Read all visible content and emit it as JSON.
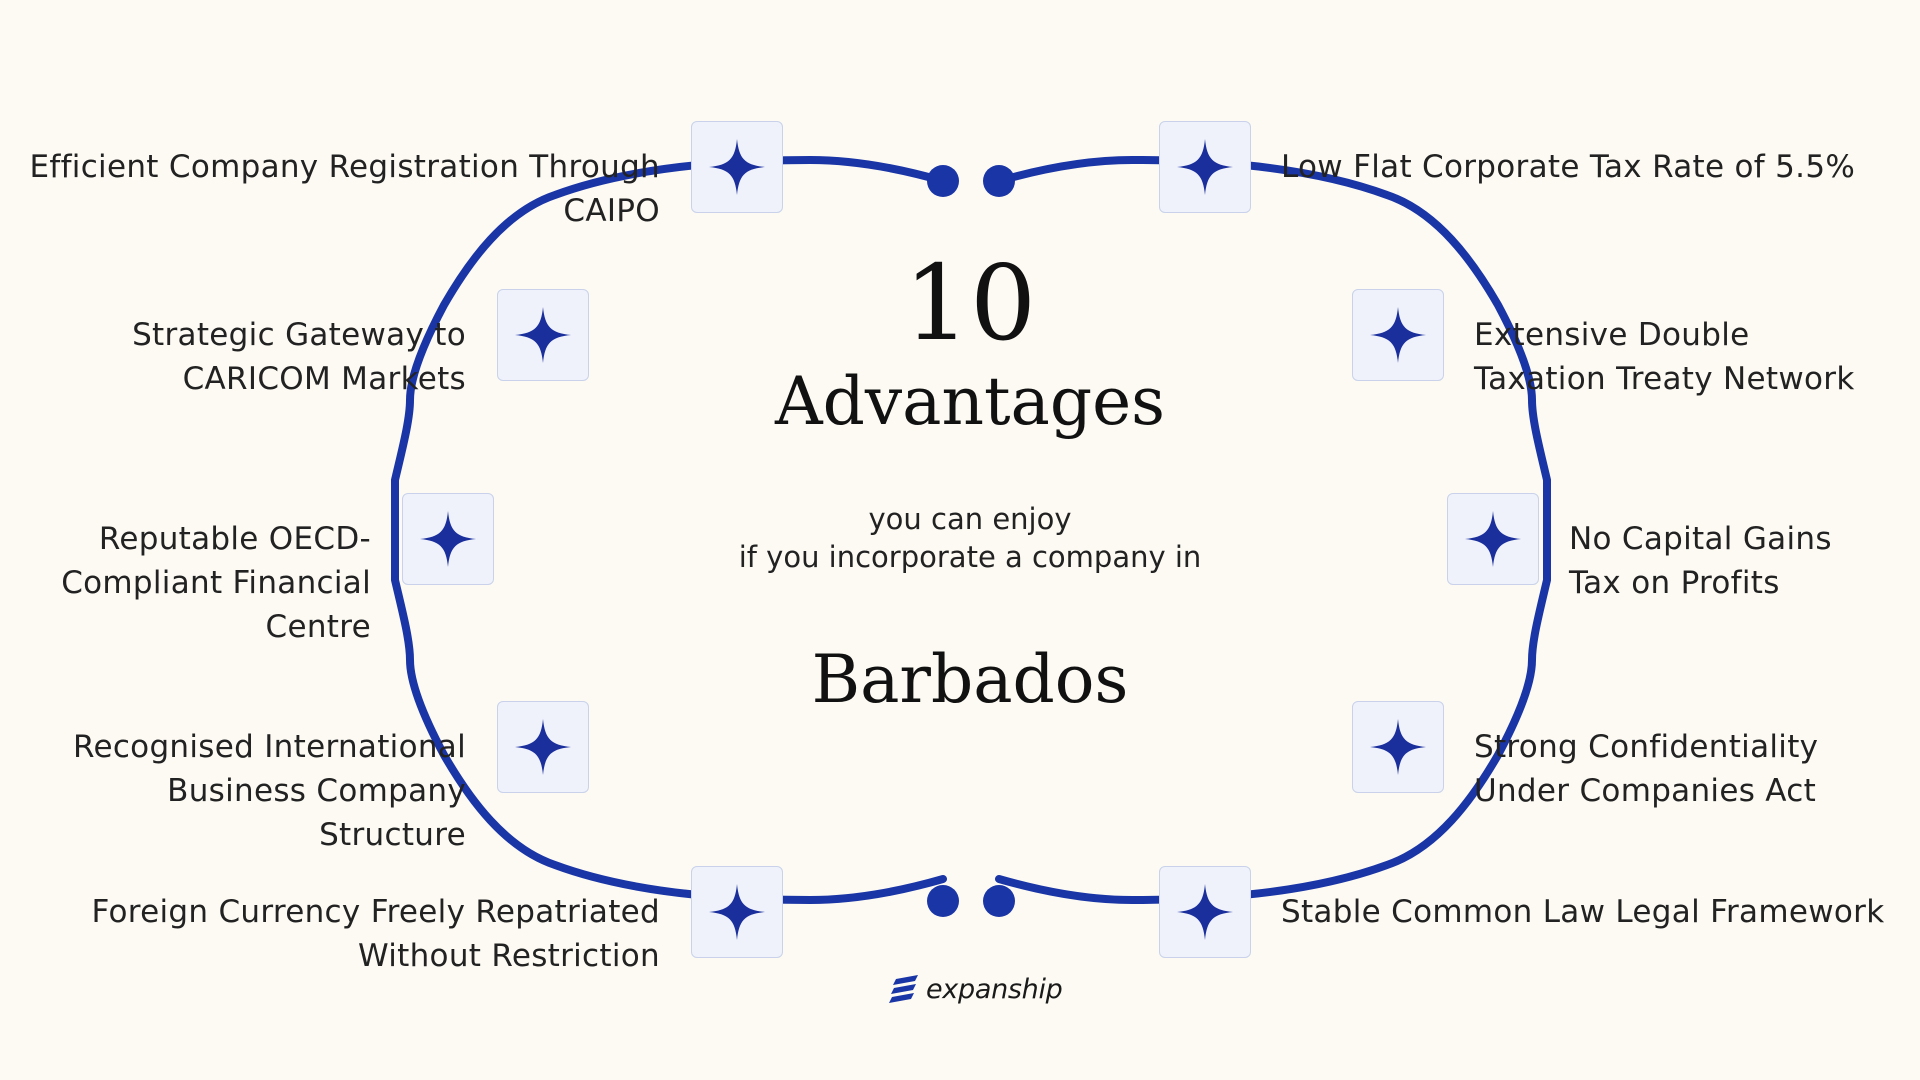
{
  "headline": {
    "number": "10",
    "title": "Advantages",
    "subtitle_line1": "you can enjoy",
    "subtitle_line2": "if you incorporate a company in",
    "country": "Barbados"
  },
  "advantages_left": [
    {
      "lines": [
        "Efficient Company Registration Through",
        "CAIPO"
      ]
    },
    {
      "lines": [
        "Strategic Gateway to",
        "CARICOM Markets"
      ]
    },
    {
      "lines": [
        "Reputable OECD-",
        "Compliant Financial",
        "Centre"
      ]
    },
    {
      "lines": [
        "Recognised International",
        "Business Company",
        "Structure"
      ]
    },
    {
      "lines": [
        "Foreign Currency Freely Repatriated",
        "Without Restriction"
      ]
    }
  ],
  "advantages_right": [
    {
      "lines": [
        "Low Flat Corporate Tax Rate of 5.5%"
      ]
    },
    {
      "lines": [
        "Extensive Double",
        "Taxation Treaty Network"
      ]
    },
    {
      "lines": [
        "No Capital Gains",
        "Tax on Profits"
      ]
    },
    {
      "lines": [
        "Strong Confidentiality",
        "Under Companies Act"
      ]
    },
    {
      "lines": [
        "Stable Common Law Legal Framework"
      ]
    }
  ],
  "brand": {
    "name": "expanship"
  },
  "icons": {
    "node_icon": "four-point-star-icon",
    "brand_icon": "expanship-logo-icon"
  },
  "colors": {
    "ring": "#1A35A6",
    "star": "#1A2F9C",
    "node_bg": "#EFF2FB",
    "background": "#FCFAF3"
  }
}
